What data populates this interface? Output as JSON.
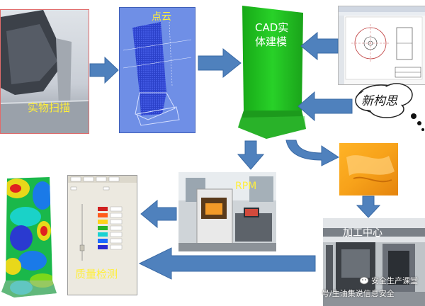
{
  "labels": {
    "scan": "实物扫描",
    "point_cloud": "点云",
    "cad_line1": "CAD实",
    "cad_line2": "体建模",
    "new_idea": "新构思",
    "rpm": "RPM",
    "machining": "加工中心",
    "quality": "质量检测",
    "watermark1": "安全生产课堂",
    "watermark2": "号/生油集说信息安全"
  },
  "colors": {
    "arrow": "#4f81bd",
    "arrow_stroke": "#3a6aa5",
    "cad_green": "#22c422",
    "point_cloud_bg": "#6f8fe6",
    "label_yellow": "#ffef3a",
    "new_idea_text": "#1a1a1a"
  },
  "icons": {
    "arrow": "block-arrow-icon",
    "thought": "thought-cloud-icon",
    "watermark": "wechat-icon"
  }
}
